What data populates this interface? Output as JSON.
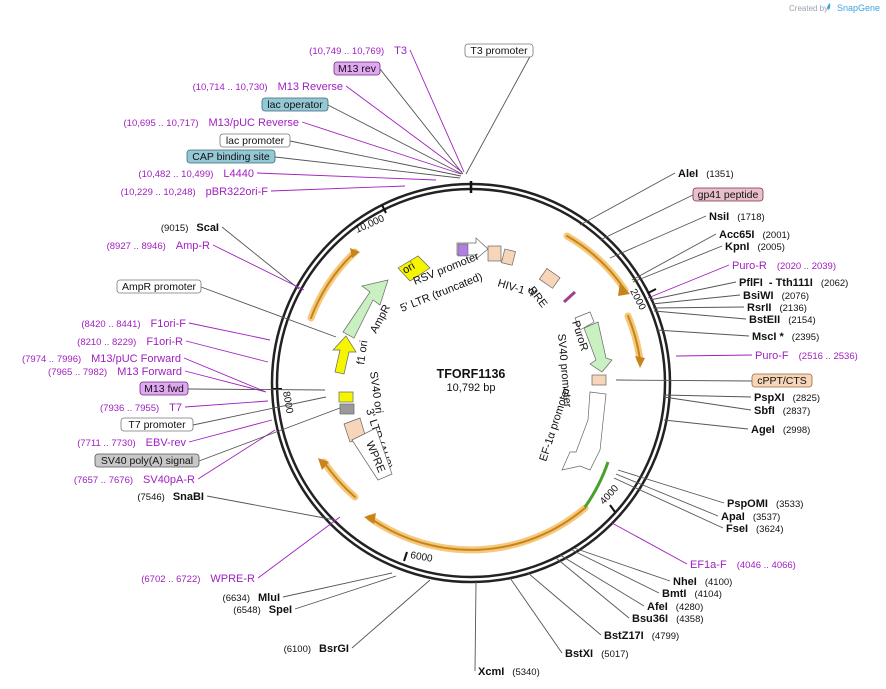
{
  "header": {
    "created_by": "Created by",
    "brand": "SnapGene"
  },
  "plasmid": {
    "name": "TFORF1136",
    "size": "10,792 bp"
  },
  "colors": {
    "purple": "#a020c0",
    "orange_arrow": "#f5a623",
    "green_feature": "#c9f0c0",
    "yellow_feature": "#f5f500",
    "promoter_box": "#f6d5b8",
    "lac_operator": "#94c8d4",
    "m13_rev": "#e0a8f0",
    "gp41": "#e8c0cc",
    "sv40_polyA": "#c0c0c0"
  },
  "ticks": [
    "2000",
    "4000",
    "6000",
    "8000",
    "10,000"
  ],
  "enzymes_right": [
    {
      "name": "AleI",
      "pos": "(1351)"
    },
    {
      "name": "NsiI",
      "pos": "(1718)"
    },
    {
      "name": "Acc65I",
      "pos": "(2001)"
    },
    {
      "name": "KpnI",
      "pos": "(2005)"
    },
    {
      "name": "PflFI",
      "extra": "Tth111I",
      "pos": "(2062)"
    },
    {
      "name": "BsiWI",
      "pos": "(2076)"
    },
    {
      "name": "RsrII",
      "pos": "(2136)"
    },
    {
      "name": "BstEII",
      "pos": "(2154)"
    },
    {
      "name": "MscI *",
      "pos": "(2395)"
    },
    {
      "name": "PspXI",
      "pos": "(2825)"
    },
    {
      "name": "SbfI",
      "pos": "(2837)"
    },
    {
      "name": "AgeI",
      "pos": "(2998)"
    },
    {
      "name": "PspOMI",
      "pos": "(3533)"
    },
    {
      "name": "ApaI",
      "pos": "(3537)"
    },
    {
      "name": "FseI",
      "pos": "(3624)"
    },
    {
      "name": "NheI",
      "pos": "(4100)"
    },
    {
      "name": "BmtI",
      "pos": "(4104)"
    },
    {
      "name": "AfeI",
      "pos": "(4280)"
    },
    {
      "name": "Bsu36I",
      "pos": "(4358)"
    },
    {
      "name": "BstZ17I",
      "pos": "(4799)"
    },
    {
      "name": "BstXI",
      "pos": "(5017)"
    },
    {
      "name": "XcmI",
      "pos": "(5340)"
    }
  ],
  "enzymes_left": [
    {
      "name": "ScaI",
      "pos": "(9015)"
    },
    {
      "name": "SnaBI",
      "pos": "(7546)"
    },
    {
      "name": "MluI",
      "pos": "(6634)"
    },
    {
      "name": "SpeI",
      "pos": "(6548)"
    },
    {
      "name": "BsrGI",
      "pos": "(6100)"
    }
  ],
  "primers_right": [
    {
      "name": "Puro-R",
      "range": "(2020 .. 2039)"
    },
    {
      "name": "Puro-F",
      "range": "(2516 .. 2536)"
    },
    {
      "name": "EF1a-F",
      "range": "(4046 .. 4066)"
    }
  ],
  "primers_left": [
    {
      "name": "T3",
      "range": "(10,749 .. 10,769)"
    },
    {
      "name": "M13 Reverse",
      "range": "(10,714 .. 10,730)"
    },
    {
      "name": "M13/pUC Reverse",
      "range": "(10,695 .. 10,717)"
    },
    {
      "name": "L4440",
      "range": "(10,482 .. 10,499)"
    },
    {
      "name": "pBR322ori-F",
      "range": "(10,229 .. 10,248)"
    },
    {
      "name": "Amp-R",
      "range": "(8927 .. 8946)"
    },
    {
      "name": "F1ori-F",
      "range": "(8420 .. 8441)"
    },
    {
      "name": "F1ori-R",
      "range": "(8210 .. 8229)"
    },
    {
      "name": "M13/pUC Forward",
      "range": "(7974 .. 7996)"
    },
    {
      "name": "M13 Forward",
      "range": "(7965 .. 7982)"
    },
    {
      "name": "T7",
      "range": "(7936 .. 7955)"
    },
    {
      "name": "EBV-rev",
      "range": "(7711 .. 7730)"
    },
    {
      "name": "SV40pA-R",
      "range": "(7657 .. 7676)"
    },
    {
      "name": "WPRE-R",
      "range": "(6702 .. 6722)"
    }
  ],
  "boxes": {
    "t3_promoter": "T3 promoter",
    "m13_rev": "M13 rev",
    "lac_operator": "lac operator",
    "lac_promoter": "lac promoter",
    "cap_site": "CAP binding site",
    "ampr_promoter": "AmpR promoter",
    "m13_fwd": "M13 fwd",
    "t7_promoter": "T7 promoter",
    "sv40_polya": "SV40 poly(A) signal",
    "gp41": "gp41 peptide",
    "cppt": "cPPT/CTS"
  },
  "features": {
    "ori": "ori",
    "ampr": "AmpR",
    "f1ori": "f1 ori",
    "sv40ori": "SV40 ori",
    "ltr3": "3' LTR (ΔU3)",
    "wpre": "WPRE",
    "rsv": "RSV promoter",
    "ltr5": "5' LTR (truncated)",
    "hiv": "HIV-1 Ψ",
    "rre": "RRE",
    "puror": "PuroR",
    "sv40prom": "SV40 promoter",
    "ef1a": "EF-1α promoter"
  }
}
